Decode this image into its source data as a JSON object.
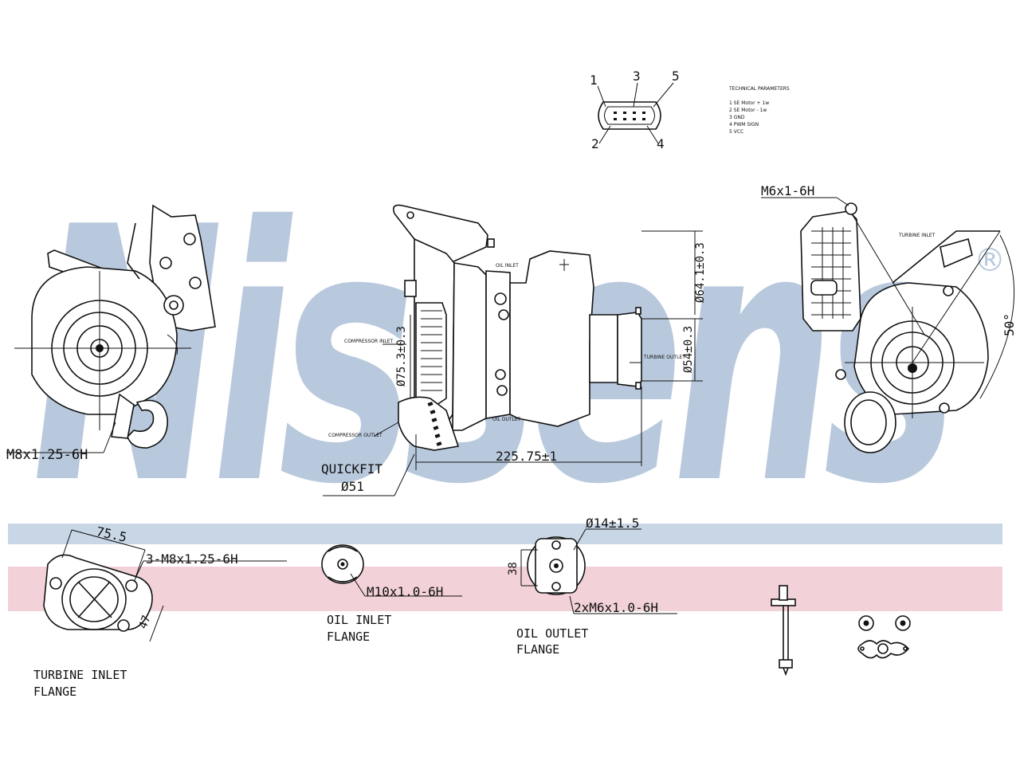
{
  "watermark": {
    "text": "Nissens",
    "registered": "®",
    "color": "#b9c9dd"
  },
  "bands": {
    "blue": "#c8d6e6",
    "pink": "#f2d2d8"
  },
  "connector": {
    "pins": [
      "1",
      "3",
      "5",
      "2",
      "4"
    ],
    "params_title": "TECHNICAL PARAMETERS",
    "params": [
      "1  SE Motor + 1w",
      "2  SE Motor - 1w",
      "3  GND",
      "4  PWM SIGN",
      "5  VCC"
    ]
  },
  "dimensions": {
    "m8_125": "M8x1.25-6H",
    "m6_1": "M6x1-6H",
    "compressor_inlet": "COMPRESSOR INLET",
    "oil_inlet_small": "OIL INLET",
    "d753": "Ø75.3±0.3",
    "d641": "Ø64.1±0.3",
    "d54": "Ø54±0.3",
    "turbine_outlet": "TURBINE OUTLET",
    "compressor_outlet": "COMPRESSOR OUTLET",
    "oil_outlet_small": "OIL OUTLET",
    "length": "225.75±1",
    "quickfit": "QUICKFIT",
    "quickfit_d": "Ø51",
    "turbine_inlet_small": "TURBINE INLET",
    "angle": "50°"
  },
  "flanges": {
    "turbine": {
      "width": "75.5",
      "thread": "3-M8x1.25-6H",
      "side": "47",
      "label_line1": "TURBINE INLET",
      "label_line2": "FLANGE"
    },
    "oil_inlet": {
      "thread": "M10x1.0-6H",
      "label_line1": "OIL INLET",
      "label_line2": "FLANGE"
    },
    "oil_outlet": {
      "diameter": "Ø14±1.5",
      "height": "38",
      "thread": "2xM6x1.0-6H",
      "label_line1": "OIL OUTLET",
      "label_line2": "FLANGE"
    }
  }
}
